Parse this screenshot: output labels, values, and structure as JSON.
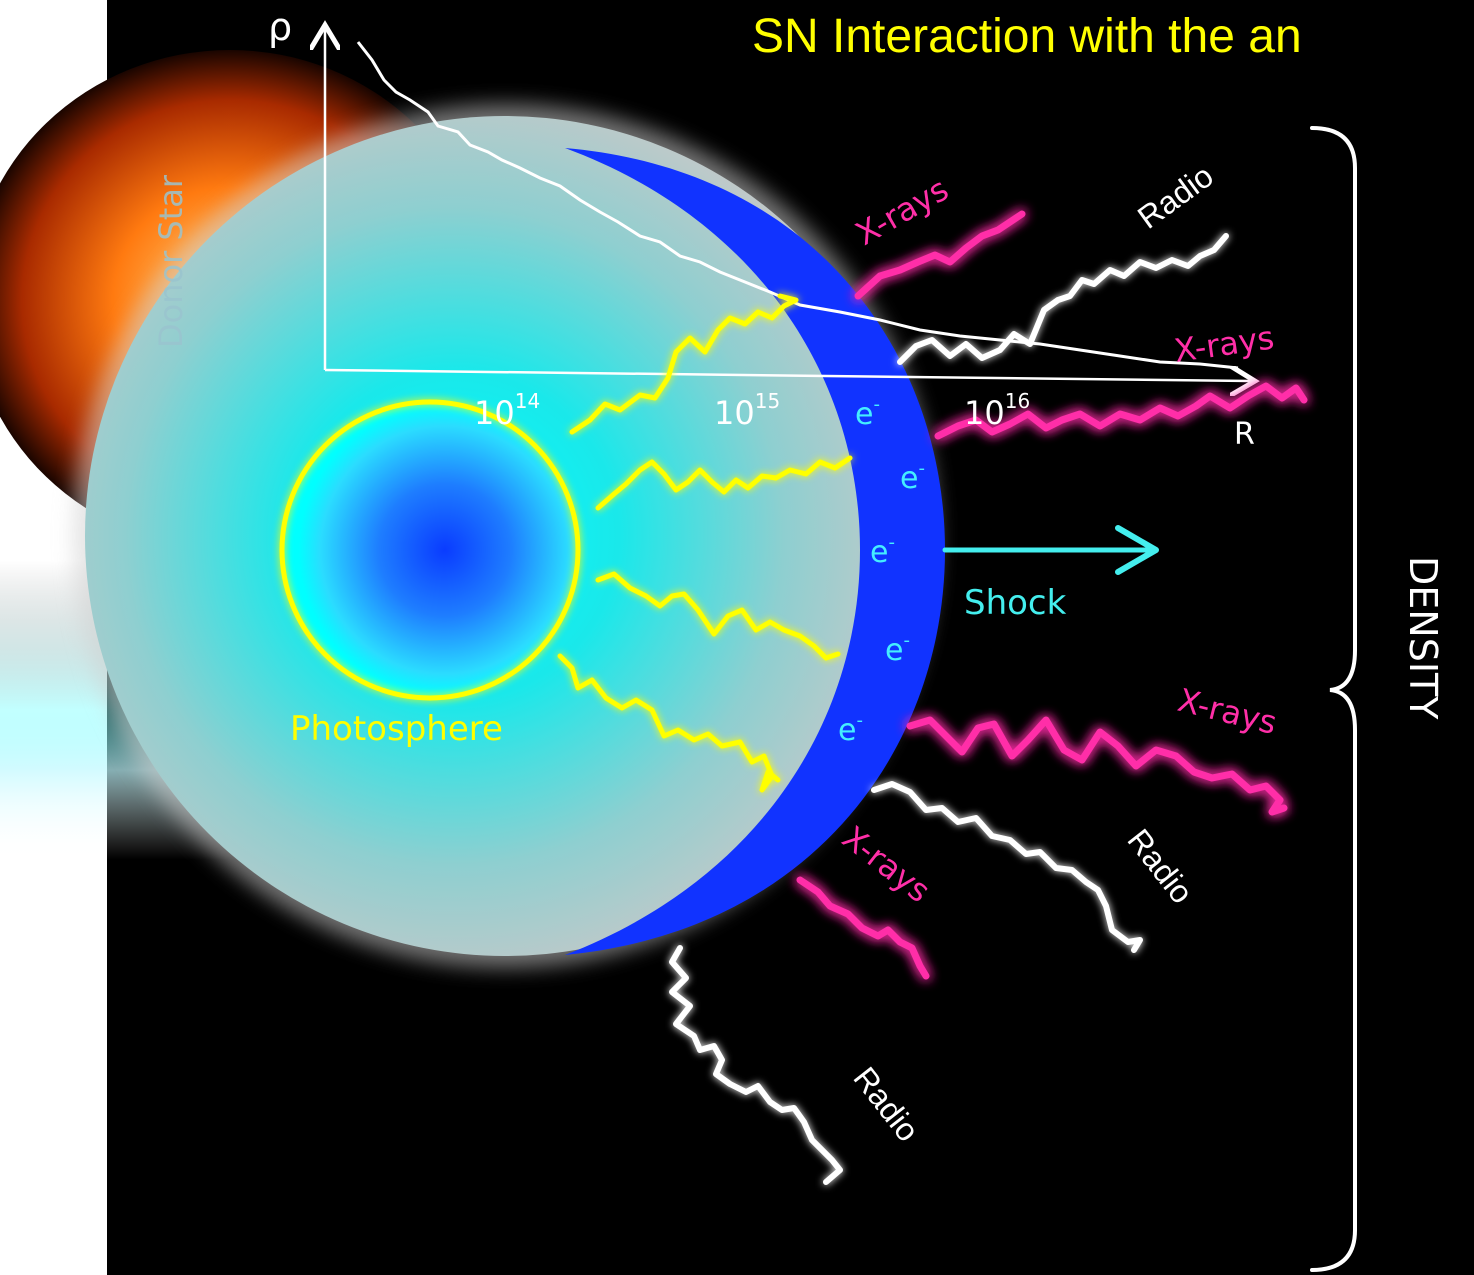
{
  "title": "SN Interaction with the an",
  "donor_star": "Donor Star",
  "photosphere": "Photosphere",
  "shock": "Shock",
  "density": "DENSITY",
  "axis": {
    "y_label": "ρ",
    "x_label": "R",
    "tick_base": "10",
    "ticks": [
      {
        "base": "10",
        "exp": "14"
      },
      {
        "base": "10",
        "exp": "15"
      },
      {
        "base": "10",
        "exp": "16"
      }
    ]
  },
  "electron": {
    "symbol": "e",
    "sup": "-"
  },
  "xrays": "X-rays",
  "radio": "Radio",
  "colors": {
    "background": "#000000",
    "title": "#ffff00",
    "shell": "#1133ff",
    "photosphere_ring": "#ffff00",
    "xrays": "#ff2fa8",
    "radio": "#ffffff",
    "shock_arrow": "#44eeee",
    "donor_star": "#ff6a00"
  }
}
